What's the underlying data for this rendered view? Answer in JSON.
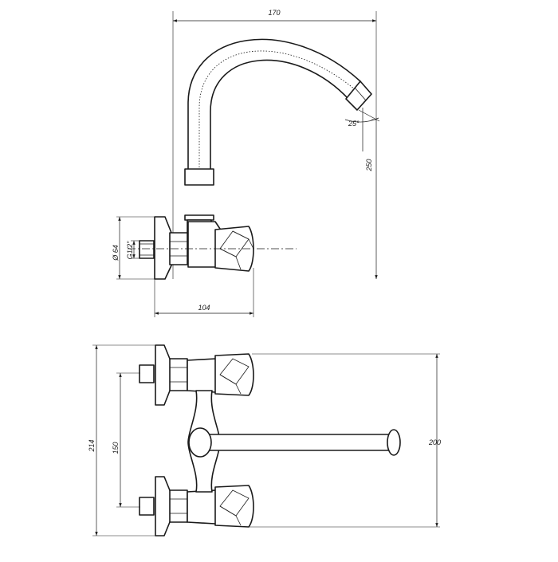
{
  "dimensions": {
    "spout_reach": "170",
    "spout_height": "250",
    "spout_angle": "25°",
    "flange_diameter": "Ø 64",
    "thread_size": "G1/2\"",
    "wall_depth": "104",
    "overall_height": "214",
    "inlet_spacing": "150",
    "outlet_height": "200"
  }
}
